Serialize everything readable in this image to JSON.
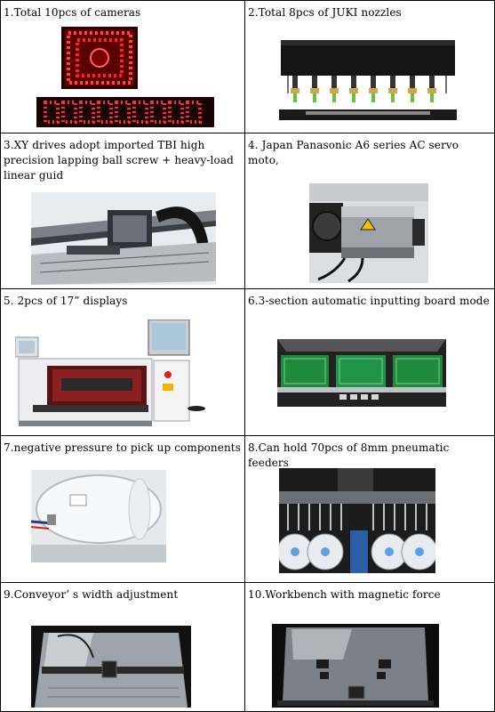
{
  "cells": [
    {
      "caption": "1.Total 10pcs of cameras",
      "illustration": "red-led-camera-rings"
    },
    {
      "caption": "2.Total 8pcs of JUKI nozzles",
      "illustration": "nozzle-head"
    },
    {
      "caption": "3.XY drives adopt imported TBI high precision lapping ball screw + heavy-load linear guid",
      "illustration": "xy-gantry"
    },
    {
      "caption": "4. Japan Panasonic A6 series AC servo moto,",
      "illustration": "servo-motor"
    },
    {
      "caption": "5. 2pcs of  17” displays",
      "illustration": "pick-and-place-machine"
    },
    {
      "caption": "6.3-section automatic inputting board mode",
      "illustration": "green-pcb-conveyor"
    },
    {
      "caption": "7.negative pressure to pick up components",
      "illustration": "vacuum-tank"
    },
    {
      "caption": "8.Can hold 70pcs of 8mm pneumatic feeders",
      "illustration": "feeder-reels"
    },
    {
      "caption": "9.Conveyor’ s width adjustment",
      "illustration": "conveyor-width-plate"
    },
    {
      "caption": "10.Workbench with magnetic force",
      "illustration": "magnetic-workbench"
    }
  ],
  "colors": {
    "led_red": "#ff2a2a",
    "pcb_green": "#1f8a3a",
    "frame_black": "#1a1a1a"
  }
}
